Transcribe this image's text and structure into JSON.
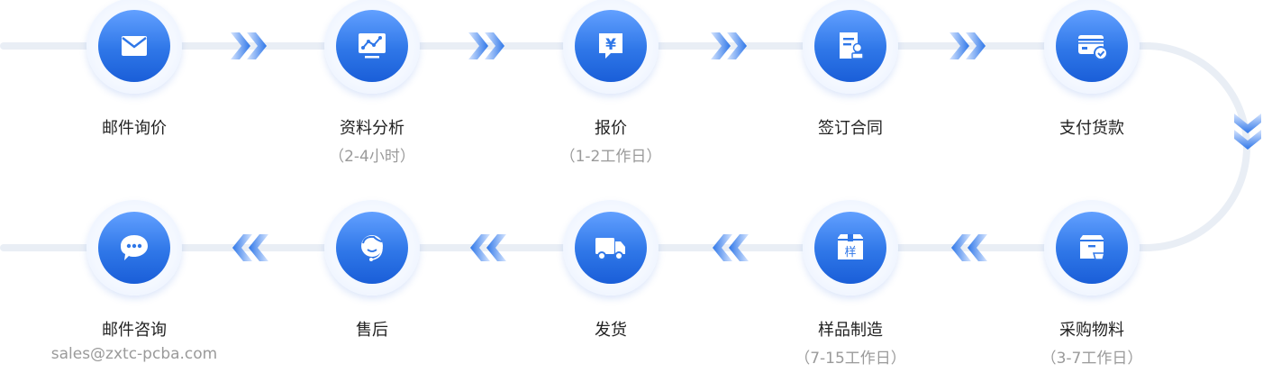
{
  "colors": {
    "accent": "#2f77e8",
    "track": "#e9eef5",
    "label": "#222222",
    "sub": "#9a9a9a"
  },
  "steps": [
    {
      "label": "邮件询价",
      "sub": "",
      "icon": "envelope-icon"
    },
    {
      "label": "资料分析",
      "sub": "（2-4小时）",
      "icon": "monitor-chart-icon"
    },
    {
      "label": "报价",
      "sub": "（1-2工作日）",
      "icon": "yen-bubble-icon"
    },
    {
      "label": "签订合同",
      "sub": "",
      "icon": "contract-icon"
    },
    {
      "label": "支付货款",
      "sub": "",
      "icon": "card-check-icon"
    },
    {
      "label": "采购物料",
      "sub": "（3-7工作日）",
      "icon": "box-cart-icon"
    },
    {
      "label": "样品制造",
      "sub": "（7-15工作日）",
      "icon": "sample-box-icon",
      "icon_text": "样"
    },
    {
      "label": "发货",
      "sub": "",
      "icon": "truck-icon"
    },
    {
      "label": "售后",
      "sub": "",
      "icon": "headset-agent-icon"
    },
    {
      "label": "邮件咨询",
      "sub": "sales@zxtc-pcba.com",
      "icon": "chat-bubble-icon"
    }
  ]
}
